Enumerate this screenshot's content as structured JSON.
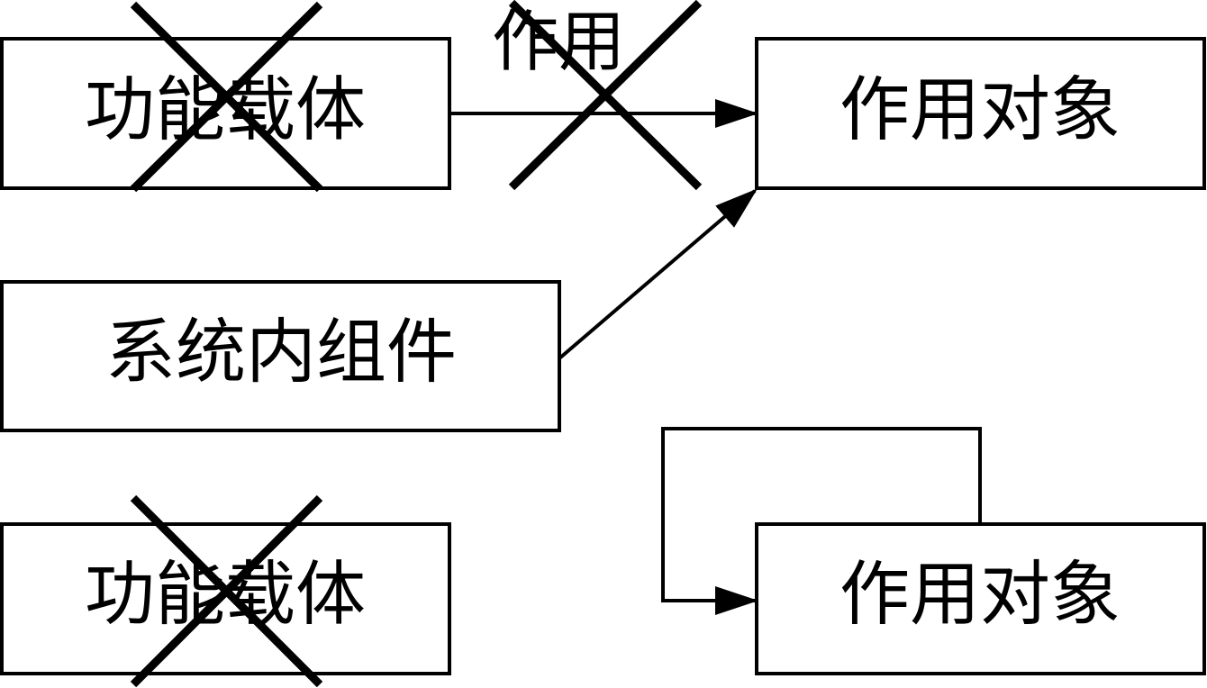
{
  "diagram": {
    "colors": {
      "stroke": "#000000",
      "background": "#ffffff"
    },
    "nodes": {
      "carrier_top": "功能载体",
      "target_top": "作用对象",
      "component": "系统内组件",
      "carrier_bottom": "功能载体",
      "target_bottom": "作用对象"
    },
    "edges": {
      "action_label": "作用"
    }
  }
}
